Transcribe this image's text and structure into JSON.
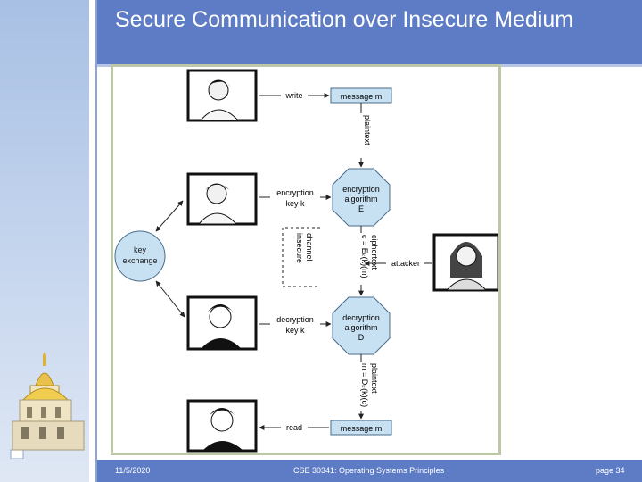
{
  "slide": {
    "title": "Secure Communication over Insecure Medium",
    "footer_date": "11/5/2020",
    "footer_course": "CSE 30341: Operating Systems Principles",
    "footer_page": "page 34"
  },
  "diagram": {
    "write_label": "write",
    "read_label": "read",
    "message_top": "message m",
    "message_bottom": "message m",
    "plaintext_top": "plaintext",
    "enc_key_line1": "encryption",
    "enc_key_line2": "key k",
    "enc_alg_line1": "encryption",
    "enc_alg_line2": "algorithm",
    "enc_alg_line3": "E",
    "key_exchange_line1": "key",
    "key_exchange_line2": "exchange",
    "insecure_line1": "insecure",
    "insecure_line2": "channel",
    "ciphertext_line1": "ciphertext",
    "ciphertext_line2": "c = Eₖ(k)(m)",
    "attacker_label": "attacker",
    "dec_key_line1": "decryption",
    "dec_key_line2": "key k",
    "dec_alg_line1": "decryption",
    "dec_alg_line2": "algorithm",
    "dec_alg_line3": "D",
    "plaintext_bottom_line1": "plaintext",
    "plaintext_bottom_line2": "m = Dₖ(k)(c)"
  },
  "colors": {
    "node_fill": "#c7e1f3",
    "header_band": "#5e7cc6"
  },
  "icons": [
    "person-icon",
    "attacker-icon",
    "dome-logo-icon"
  ]
}
